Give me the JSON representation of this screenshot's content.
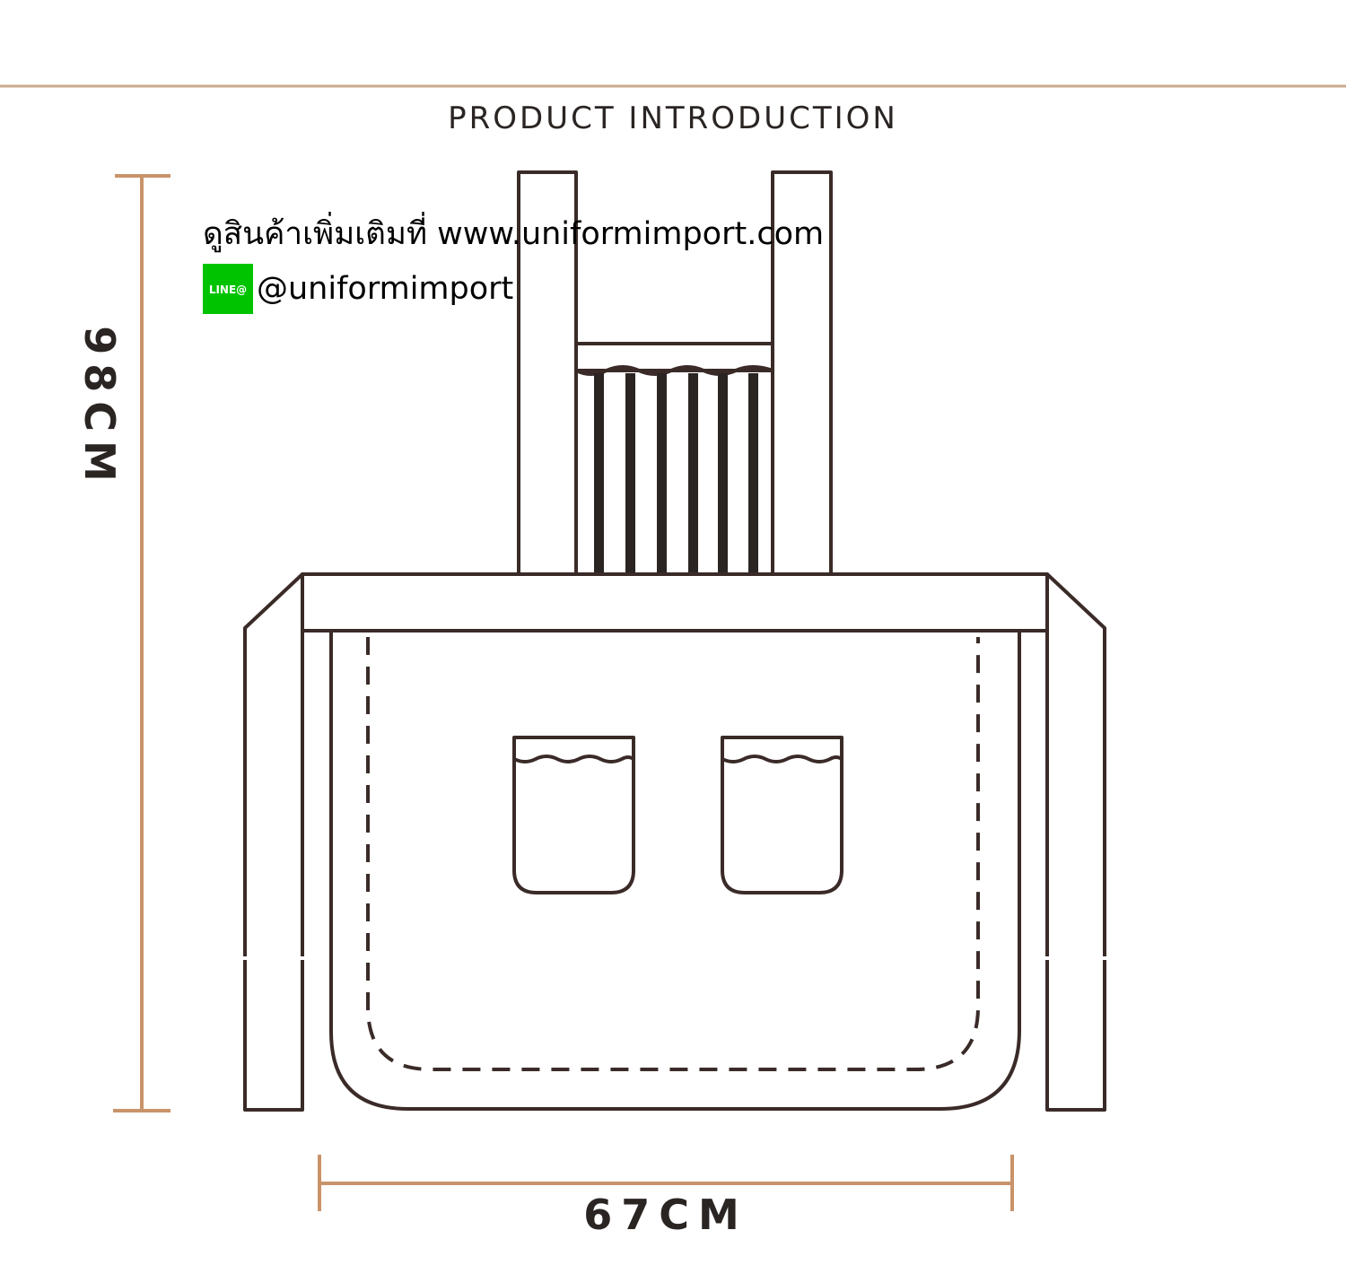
{
  "heading": "PRODUCT INTRODUCTION",
  "dimensions": {
    "height_label": "98CM",
    "width_label": "67CM"
  },
  "promo": {
    "url_text": "ดูสินค้าเพิ่มเติมที่ www.uniformimport.com",
    "line_badge": "LINE@",
    "line_handle": "@uniformimport"
  },
  "colors": {
    "rule": "#caa98c",
    "dimension": "#c9936a",
    "outline": "#3a2b28",
    "line_badge": "#00c300"
  }
}
